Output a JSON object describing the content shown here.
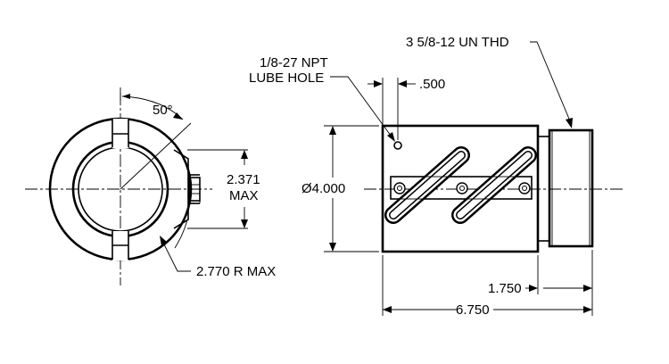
{
  "drawing": {
    "labels": {
      "thread": "3 5/8-12 UN THD",
      "lube_line1": "1/8-27 NPT",
      "lube_line2": "LUBE HOLE",
      "dim_500": ".500",
      "angle": "50°",
      "dim_2371": "2.371",
      "dim_max": "MAX",
      "diameter": "Ø4.000",
      "radius": "2.770 R MAX",
      "dim_1750": "1.750",
      "dim_6750": "6.750"
    }
  }
}
